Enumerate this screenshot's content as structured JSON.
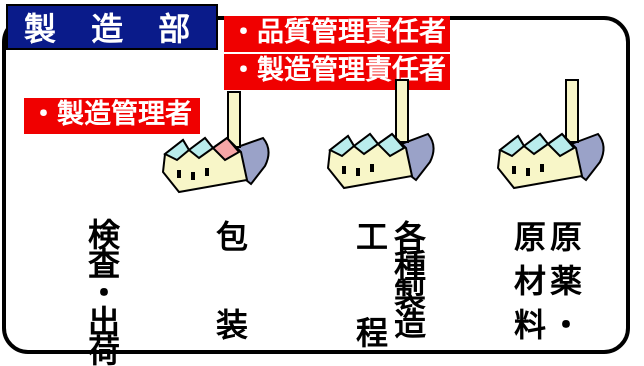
{
  "title": "製 造 部 門",
  "roles": {
    "quality_manager": "・品質管理責任者",
    "production_manager": "・製造管理責任者",
    "production_supervisor": "・製造管理者"
  },
  "processes": [
    {
      "top": "原",
      "middle": "材",
      "bottom": "料",
      "extra": ""
    },
    {
      "top": "原",
      "middle": "薬",
      "bottom": "・",
      "extra": ""
    },
    {
      "text": "各種製造"
    },
    {
      "text": "工　　程"
    },
    {
      "top": "包",
      "bottom": "装"
    },
    {
      "text": "検査・出荷"
    }
  ],
  "icons": [
    "factory-icon",
    "factory-icon",
    "factory-icon"
  ]
}
